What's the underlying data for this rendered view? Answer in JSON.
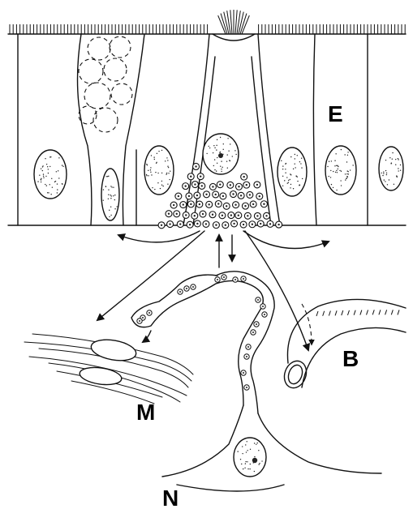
{
  "figure": {
    "labels": {
      "epithelium": "E",
      "blood_vessel": "B",
      "muscle": "M",
      "neuron": "N"
    }
  }
}
